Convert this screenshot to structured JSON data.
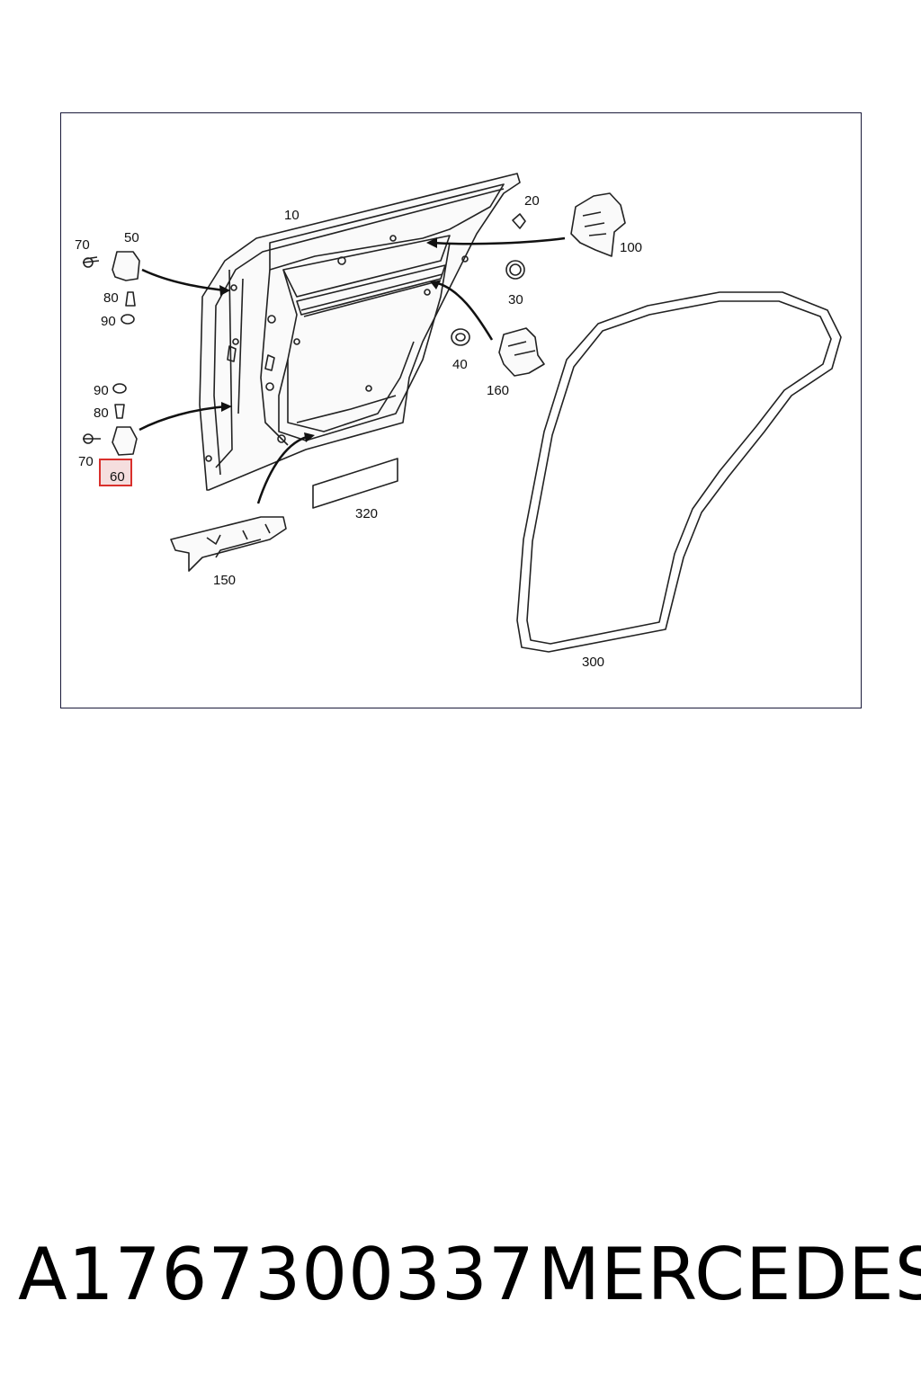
{
  "diagram": {
    "callouts": {
      "c10": "10",
      "c20": "20",
      "c30": "30",
      "c40": "40",
      "c50": "50",
      "c60": "60",
      "c70a": "70",
      "c70b": "70",
      "c80a": "80",
      "c80b": "80",
      "c90a": "90",
      "c90b": "90",
      "c100": "100",
      "c150": "150",
      "c160": "160",
      "c300": "300",
      "c320": "320"
    },
    "highlighted_callout": "60",
    "highlight_color": "#d9302c"
  },
  "footer": {
    "part_number": "A1767300337",
    "brand": "MERCEDES"
  }
}
